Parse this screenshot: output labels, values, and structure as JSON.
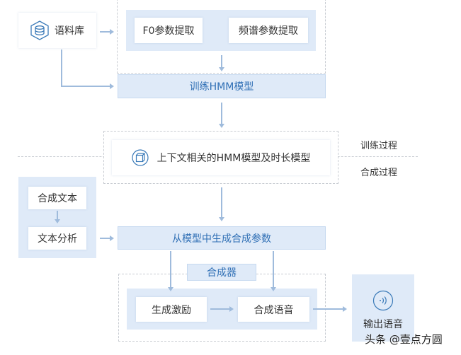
{
  "corpus": "语料库",
  "f0": "F0参数提取",
  "spectrum": "频谱参数提取",
  "train_hmm": "训练HMM模型",
  "context_model": "上下文相关的HMM模型及时长模型",
  "phase_train": "训练过程",
  "phase_synth": "合成过程",
  "synth_text": "合成文本",
  "text_analysis": "文本分析",
  "gen_params": "从模型中生成合成参数",
  "synthesizer": "合成器",
  "gen_excitation": "生成激励",
  "synth_speech": "合成语音",
  "output_speech": "输出语音",
  "watermark": "头条 @壹点方圆",
  "colors": {
    "accent": "#2f6fb5",
    "panel": "#dfeaf8",
    "arrow": "#9fbbdc"
  }
}
